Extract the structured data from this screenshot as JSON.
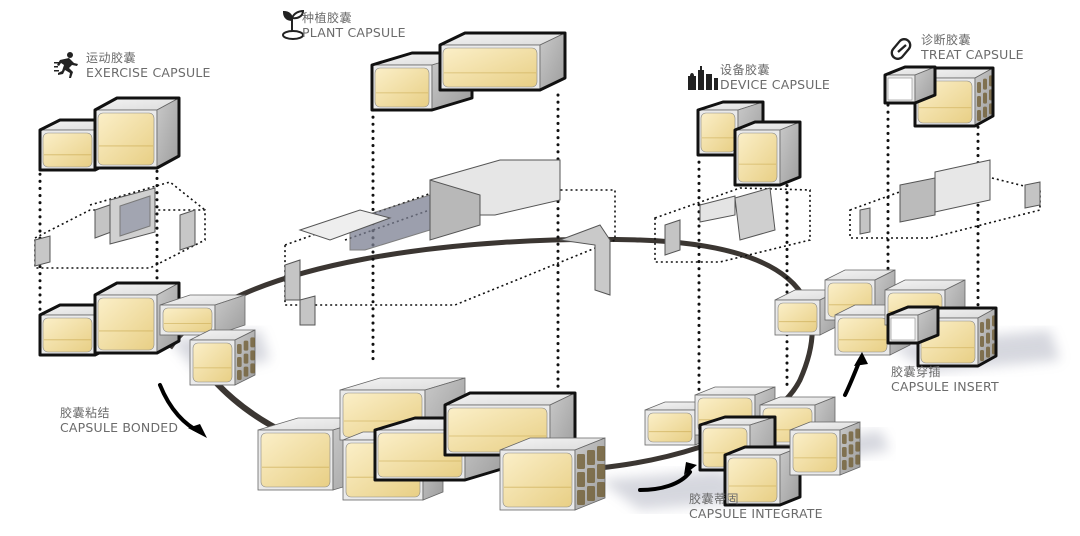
{
  "capsule_types": [
    {
      "id": "exercise",
      "cn": "运动胶囊",
      "en": "EXERCISE CAPSULE",
      "icon": "running-person-icon"
    },
    {
      "id": "plant",
      "cn": "种植胶囊",
      "en": "PLANT CAPSULE",
      "icon": "sprout-icon"
    },
    {
      "id": "device",
      "cn": "设备胶囊",
      "en": "DEVICE CAPSULE",
      "icon": "factory-icon"
    },
    {
      "id": "treat",
      "cn": "诊断胶囊",
      "en": "TREAT CAPSULE",
      "icon": "pill-icon"
    }
  ],
  "transitions": [
    {
      "id": "bonded",
      "cn": "胶囊粘结",
      "en": "CAPSULE BONDED"
    },
    {
      "id": "integrate",
      "cn": "胶囊蒂固",
      "en": "CAPSULE INTEGRATE"
    },
    {
      "id": "insert",
      "cn": "胶囊穿插",
      "en": "CAPSULE INSERT"
    }
  ],
  "colors": {
    "label_text": "#6b6b6b",
    "concrete": "#d6d6d6",
    "concrete_dark": "#a9a9a9",
    "interior_warm": "#f3dfa2",
    "interior_light": "#fbefc8",
    "outline": "#111111",
    "ring": "#3b3632"
  }
}
